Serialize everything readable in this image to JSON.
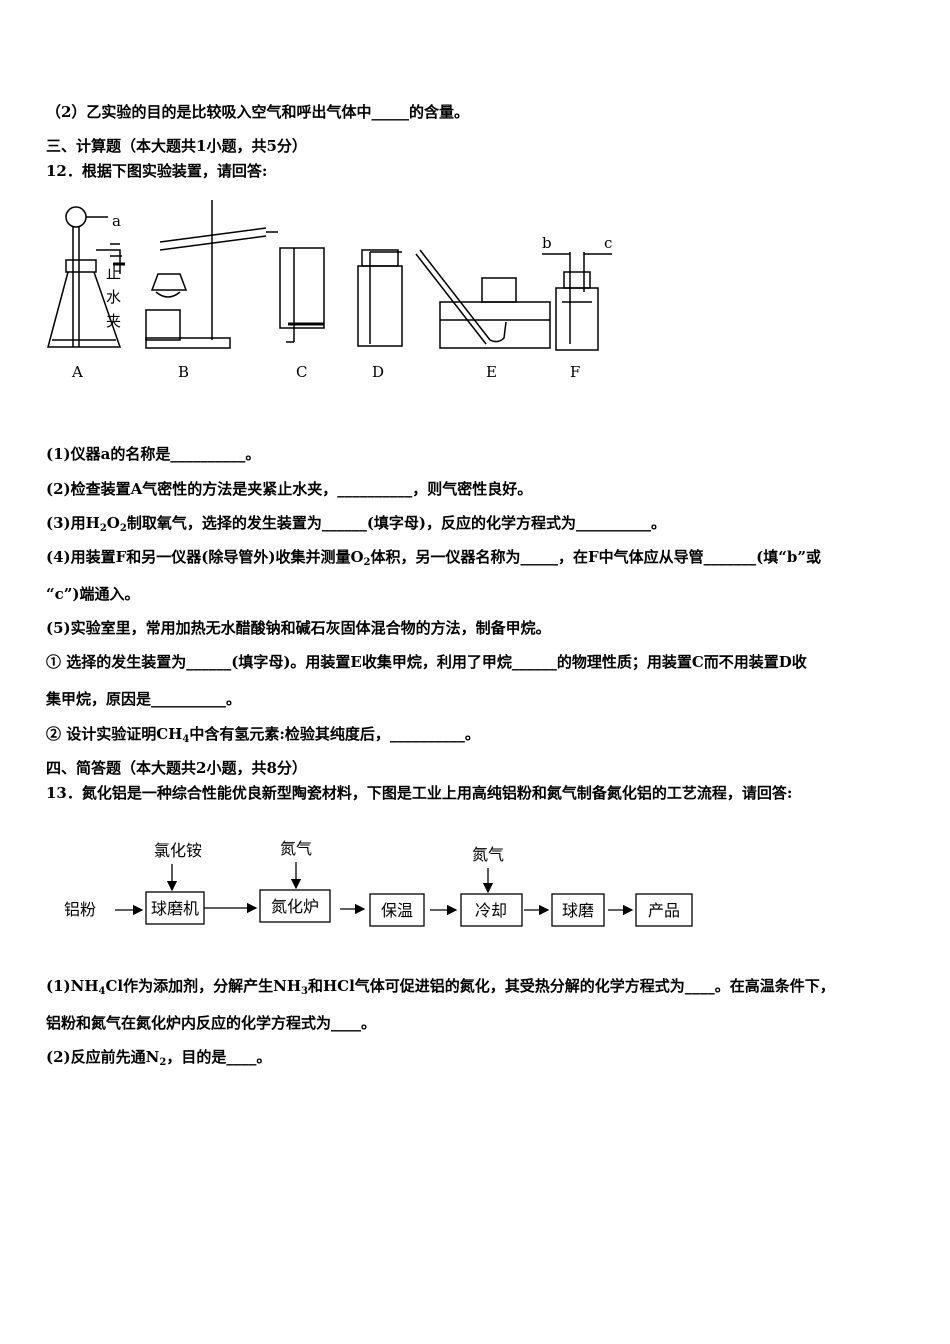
{
  "lines": {
    "l1": "（2）乙实验的目的是比较吸入空气和呼出气体中_____的含量。",
    "sec3": "三、计算题（本大题共1小题，共5分）",
    "q12": "12．根据下图实验装置，请回答:",
    "q12_1": "(1)仪器a的名称是__________。",
    "q12_2": "(2)检查装置A气密性的方法是夹紧止水夹，__________，则气密性良好。",
    "q12_3a": "(3)用H",
    "q12_3b": "2",
    "q12_3c": "O",
    "q12_3d": "2",
    "q12_3e": "制取氧气，选择的发生装置为______(填字母)，反应的化学方程式为__________。",
    "q12_4a": "(4)用装置F和另一仪器(除导管外)收集并测量O",
    "q12_4b": "2",
    "q12_4c": "体积，另一仪器名称为_____，在F中气体应从导管_______(填“b”或",
    "q12_4d": "“c”)端通入。",
    "q12_5": "(5)实验室里，常用加热无水醋酸钠和碱石灰固体混合物的方法，制备甲烷。",
    "q12_5_1a": "① 选择的发生装置为______(填字母)。用装置E收集甲烷，利用了甲烷______的物理性质；用装置C而不用装置D收",
    "q12_5_1b": "集甲烷，原因是__________。",
    "q12_5_2a": "② 设计实验证明CH",
    "q12_5_2b": "4",
    "q12_5_2c": "中含有氢元素:检验其纯度后，__________。",
    "sec4": "四、简答题（本大题共2小题，共8分）",
    "q13": "13．氮化铝是一种综合性能优良新型陶瓷材料，下图是工业上用高纯铝粉和氮气制备氮化铝的工艺流程，请回答:",
    "q13_1a": "(1)NH",
    "q13_1b": "4",
    "q13_1c": "Cl作为添加剂，分解产生NH",
    "q13_1d": "3",
    "q13_1e": "和HCl气体可促进铝的氮化，其受热分解的化学方程式为____。在高温条件下，",
    "q13_1f": "铝粉和氮气在氮化炉内反应的化学方程式为____。",
    "q13_2a": "(2)反应前先通N",
    "q13_2b": "2",
    "q13_2c": "，目的是____。"
  },
  "apparatus": {
    "labels": [
      "A",
      "B",
      "C",
      "D",
      "E",
      "F"
    ],
    "a_label": "a",
    "clamp_label": [
      "止",
      "水",
      "夹"
    ],
    "b_label": "b",
    "c_label": "c"
  },
  "flow": {
    "start": "铝粉",
    "inputs": [
      "氯化铵",
      "氮气",
      "氮气"
    ],
    "steps": [
      "球磨机",
      "氮化炉",
      "保温",
      "冷却",
      "球磨",
      "产品"
    ]
  }
}
